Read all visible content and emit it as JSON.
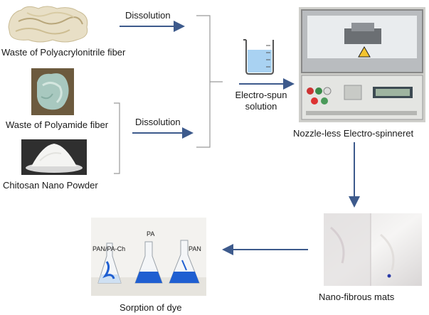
{
  "labels": {
    "pan_fiber": "Waste of Polyacrylonitrile fiber",
    "pa_fiber": "Waste of Polyamide fiber",
    "chitosan": "Chitosan Nano Powder",
    "dissolution_top": "Dissolution",
    "dissolution_bottom": "Dissolution",
    "solution": "Electro-spun\nsolution",
    "spinneret": "Nozzle-less Electro-spinneret",
    "mats": "Nano-fibrous mats",
    "sorption": "Sorption of dye"
  },
  "flask_labels": {
    "pan_pa_ch": "PAN/PA-Ch",
    "pa": "PA",
    "pan": "PAN"
  },
  "colors": {
    "arrow": "#3d5a8c",
    "bracket": "#9a9a9a",
    "dye": "#1f5fd1",
    "liquid": "#a9d2f2"
  }
}
